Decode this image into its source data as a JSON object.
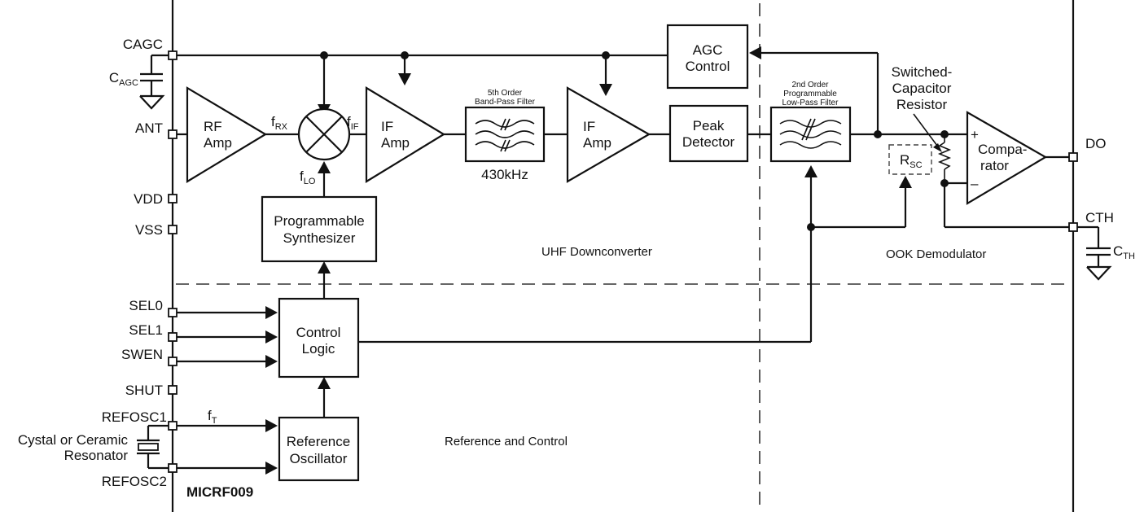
{
  "part_number": "MICRF009",
  "pins_left": {
    "cagc": "CAGC",
    "ant": "ANT",
    "vdd": "VDD",
    "vss": "VSS",
    "sel0": "SEL0",
    "sel1": "SEL1",
    "swen": "SWEN",
    "shut": "SHUT",
    "refosc1": "REFOSC1",
    "refosc2": "REFOSC2"
  },
  "pins_right": {
    "do": "DO",
    "cth": "CTH"
  },
  "external": {
    "cagc_cap": {
      "main": "C",
      "sub": "AGC"
    },
    "cth_cap": {
      "main": "C",
      "sub": "TH"
    },
    "crystal_line1": "Cystal or Ceramic",
    "crystal_line2": "Resonator"
  },
  "blocks": {
    "rf_amp": [
      "RF",
      "Amp"
    ],
    "if_amp1": [
      "IF",
      "Amp"
    ],
    "if_amp2": [
      "IF",
      "Amp"
    ],
    "bpf": {
      "title1": "5th Order",
      "title2": "Band-Pass Filter",
      "freq": "430kHz"
    },
    "peak_detector": [
      "Peak",
      "Detector"
    ],
    "agc_control": [
      "AGC",
      "Control"
    ],
    "lpf": {
      "title1": "2nd Order",
      "title2": "Programmable",
      "title3": "Low-Pass Filter"
    },
    "comparator": [
      "Compa-",
      "rator"
    ],
    "synthesizer": [
      "Programmable",
      "Synthesizer"
    ],
    "control_logic": [
      "Control",
      "Logic"
    ],
    "ref_osc": [
      "Reference",
      "Oscillator"
    ],
    "rsc": {
      "main": "R",
      "sub": "SC"
    },
    "sc_resistor": [
      "Switched-",
      "Capacitor",
      "Resistor"
    ]
  },
  "signals": {
    "f_rx": {
      "main": "f",
      "sub": "RX"
    },
    "f_if": {
      "main": "f",
      "sub": "IF"
    },
    "f_lo": {
      "main": "f",
      "sub": "LO"
    },
    "f_t": {
      "main": "f",
      "sub": "T"
    },
    "plus": "+",
    "minus": "–"
  },
  "sections": {
    "uhf": "UHF Downconverter",
    "ook": "OOK Demodulator",
    "ref_ctrl": "Reference and Control"
  }
}
